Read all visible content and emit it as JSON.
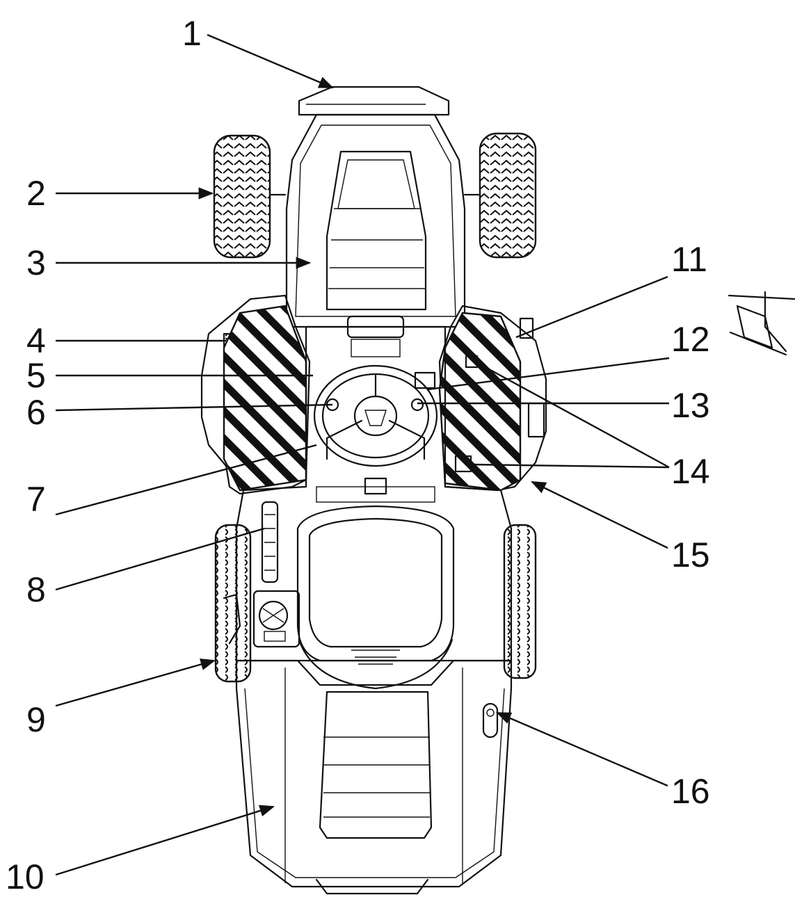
{
  "figure": {
    "subject": "riding-lawn-mower-top-view",
    "colors": {
      "line": "#111111",
      "background": "#ffffff"
    }
  },
  "callouts": [
    {
      "id": "1",
      "label": "1"
    },
    {
      "id": "2",
      "label": "2"
    },
    {
      "id": "3",
      "label": "3"
    },
    {
      "id": "4",
      "label": "4"
    },
    {
      "id": "5",
      "label": "5"
    },
    {
      "id": "6",
      "label": "6"
    },
    {
      "id": "7",
      "label": "7"
    },
    {
      "id": "8",
      "label": "8"
    },
    {
      "id": "9",
      "label": "9"
    },
    {
      "id": "10",
      "label": "10"
    },
    {
      "id": "11",
      "label": "11"
    },
    {
      "id": "12",
      "label": "12"
    },
    {
      "id": "13",
      "label": "13"
    },
    {
      "id": "14",
      "label": "14"
    },
    {
      "id": "15",
      "label": "15"
    },
    {
      "id": "16",
      "label": "16"
    }
  ]
}
